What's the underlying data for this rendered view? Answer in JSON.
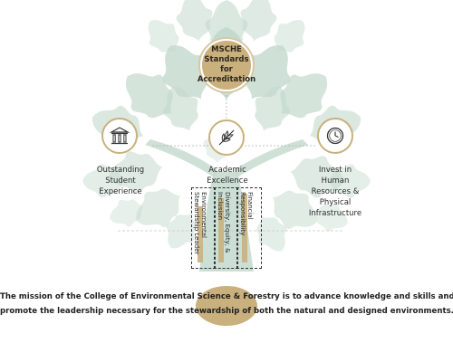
{
  "colors": {
    "leaf": "#c3d9cc",
    "leaf_dark": "#a9c7b6",
    "gold": "#c9b07c",
    "text": "#222222"
  },
  "top_node": {
    "line1": "MSCHE",
    "line2": "Standards for",
    "line3": "Accreditation"
  },
  "nodes": [
    {
      "icon": "columns-icon",
      "label_lines": [
        "Outstanding",
        "Student",
        "Experience"
      ]
    },
    {
      "icon": "laurel-leaf-icon",
      "label_lines": [
        "Academic",
        "Excellence"
      ]
    },
    {
      "icon": "clock-icon",
      "label_lines": [
        "Invest in",
        "Human",
        "Resources &",
        "Physical",
        "Infrastructure"
      ]
    }
  ],
  "pillars": [
    {
      "lines": [
        "Environmental",
        "Stewardship Leader"
      ]
    },
    {
      "lines": [
        "Diversity, Equity, &",
        "Inclusion"
      ]
    },
    {
      "lines": [
        "Financial",
        "Responsibility"
      ]
    }
  ],
  "mission": {
    "line1": "The mission of the College of Environmental Science & Forestry is to advance knowledge and skills and to",
    "line2": "promote the leadership necessary for the stewardship of both the natural and designed environments."
  }
}
